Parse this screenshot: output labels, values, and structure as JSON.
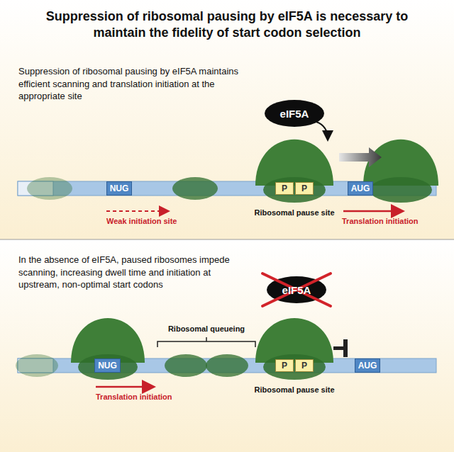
{
  "diagram": {
    "title": "Suppression of ribosomal pausing by eIF5A is necessary to maintain the fidelity of start codon selection",
    "nodes": [
      {
        "text": [
          "eIF5A"
        ]
      },
      {
        "text": [
          "NUG"
        ]
      },
      {
        "text": [
          "P"
        ]
      },
      {
        "text": [
          "P"
        ]
      },
      {
        "text": [
          "AUG"
        ]
      },
      {
        "text": [
          "eIF5A"
        ]
      },
      {
        "text": [
          "NUG"
        ]
      },
      {
        "text": [
          "P"
        ]
      },
      {
        "text": [
          "P"
        ]
      },
      {
        "text": [
          "AUG"
        ]
      }
    ],
    "labels": [
      "Suppression of ribosomal pausing by eIF5A maintains efficient scanning and translation initiation at the appropriate site",
      "Weak initiation site",
      "Ribosomal pause site",
      "Translation initiation",
      "In the absence of eIF5A, paused ribosomes impede scanning, increasing dwell time and initiation at upstream, non-optimal start codons",
      "Ribosomal queueing",
      "Translation initiation",
      "Ribosomal pause site"
    ]
  }
}
